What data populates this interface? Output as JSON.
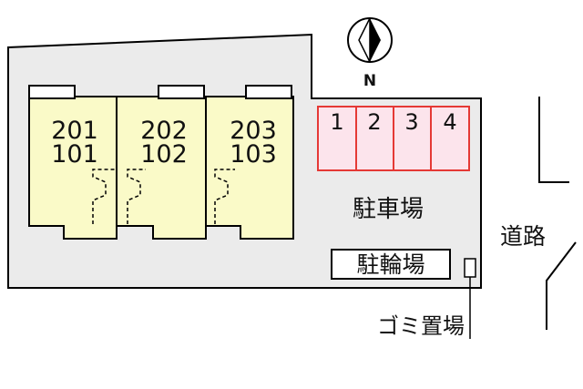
{
  "compass": {
    "letter": "N"
  },
  "units": [
    {
      "upper": "201",
      "lower": "101"
    },
    {
      "upper": "202",
      "lower": "102"
    },
    {
      "upper": "203",
      "lower": "103"
    }
  ],
  "parking": {
    "spaces": [
      "1",
      "2",
      "3",
      "4"
    ],
    "label": "駐車場"
  },
  "bicycle_parking": {
    "label": "駐輪場"
  },
  "garbage": {
    "label": "ゴミ置場"
  },
  "road": {
    "label": "道路"
  },
  "colors": {
    "lot": "#ebebeb",
    "building": "#fafac8",
    "parking_fill": "#fce4ec",
    "parking_border": "#e53935"
  }
}
